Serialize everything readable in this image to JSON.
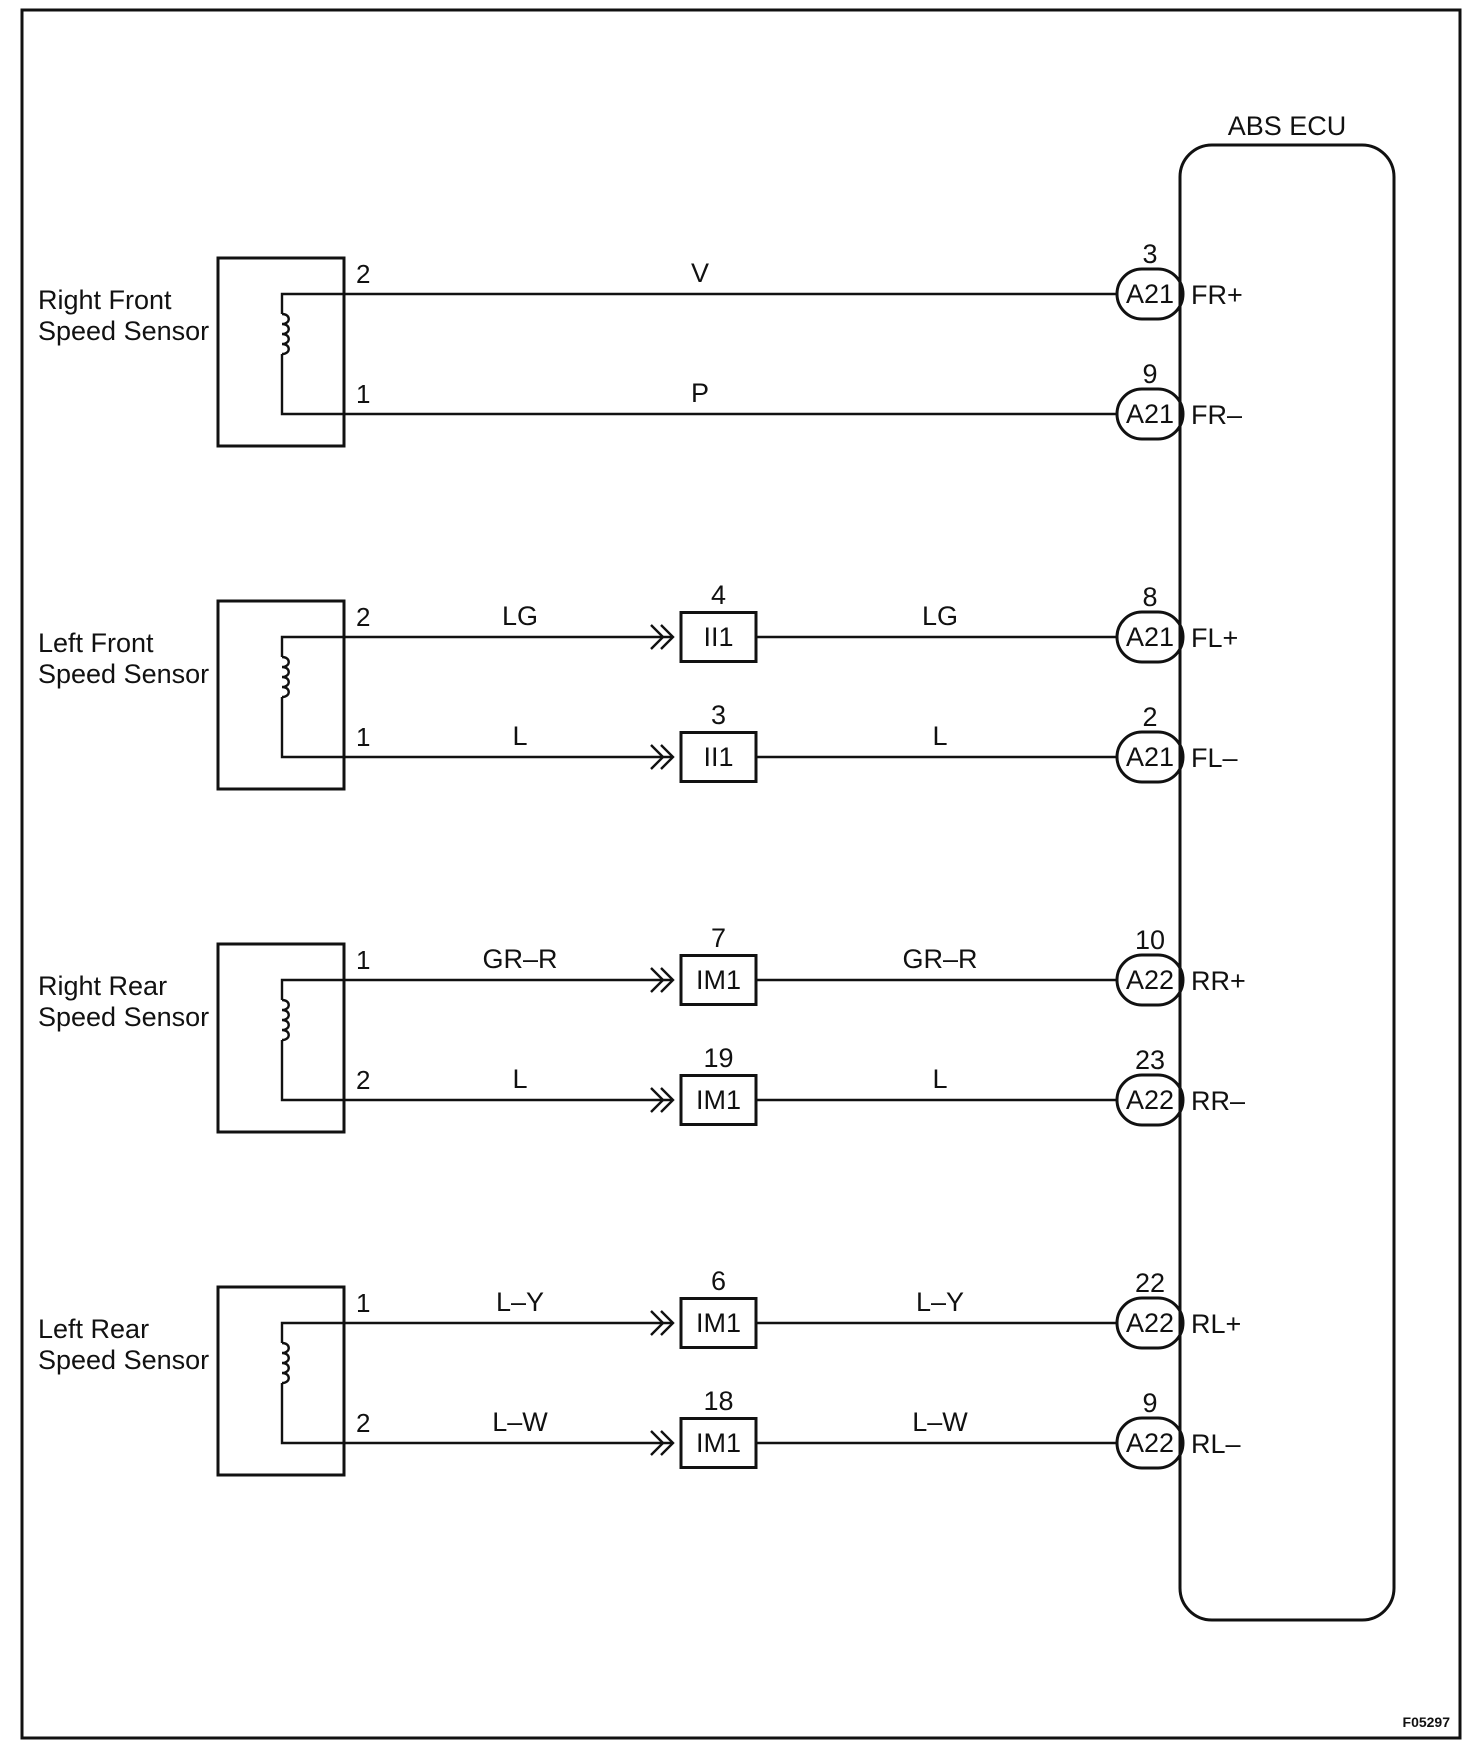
{
  "figure_id": "F05297",
  "ecu": {
    "title": "ABS ECU"
  },
  "wire_harness_connectors": [
    {
      "code": "II1",
      "pins": [
        "4",
        "3"
      ]
    },
    {
      "code": "IM1",
      "pins": [
        "7",
        "19",
        "6",
        "18"
      ]
    }
  ],
  "sensors": [
    {
      "name_line1": "Right Front",
      "name_line2": "Speed Sensor",
      "circuits": [
        {
          "sensor_pin": "2",
          "wire_color": "V",
          "mid_connector": null,
          "mid_pin": null,
          "wire_color_out": null,
          "ecu_pin": "3",
          "ecu_connector": "A21",
          "ecu_terminal": "FR+"
        },
        {
          "sensor_pin": "1",
          "wire_color": "P",
          "mid_connector": null,
          "mid_pin": null,
          "wire_color_out": null,
          "ecu_pin": "9",
          "ecu_connector": "A21",
          "ecu_terminal": "FR–"
        }
      ]
    },
    {
      "name_line1": "Left Front",
      "name_line2": "Speed Sensor",
      "circuits": [
        {
          "sensor_pin": "2",
          "wire_color": "LG",
          "mid_connector": "II1",
          "mid_pin": "4",
          "wire_color_out": "LG",
          "ecu_pin": "8",
          "ecu_connector": "A21",
          "ecu_terminal": "FL+"
        },
        {
          "sensor_pin": "1",
          "wire_color": "L",
          "mid_connector": "II1",
          "mid_pin": "3",
          "wire_color_out": "L",
          "ecu_pin": "2",
          "ecu_connector": "A21",
          "ecu_terminal": "FL–"
        }
      ]
    },
    {
      "name_line1": "Right Rear",
      "name_line2": "Speed Sensor",
      "circuits": [
        {
          "sensor_pin": "1",
          "wire_color": "GR–R",
          "mid_connector": "IM1",
          "mid_pin": "7",
          "wire_color_out": "GR–R",
          "ecu_pin": "10",
          "ecu_connector": "A22",
          "ecu_terminal": "RR+"
        },
        {
          "sensor_pin": "2",
          "wire_color": "L",
          "mid_connector": "IM1",
          "mid_pin": "19",
          "wire_color_out": "L",
          "ecu_pin": "23",
          "ecu_connector": "A22",
          "ecu_terminal": "RR–"
        }
      ]
    },
    {
      "name_line1": "Left Rear",
      "name_line2": "Speed Sensor",
      "circuits": [
        {
          "sensor_pin": "1",
          "wire_color": "L–Y",
          "mid_connector": "IM1",
          "mid_pin": "6",
          "wire_color_out": "L–Y",
          "ecu_pin": "22",
          "ecu_connector": "A22",
          "ecu_terminal": "RL+"
        },
        {
          "sensor_pin": "2",
          "wire_color": "L–W",
          "mid_connector": "IM1",
          "mid_pin": "18",
          "wire_color_out": "L–W",
          "ecu_pin": "9",
          "ecu_connector": "A22",
          "ecu_terminal": "RL–"
        }
      ]
    }
  ]
}
